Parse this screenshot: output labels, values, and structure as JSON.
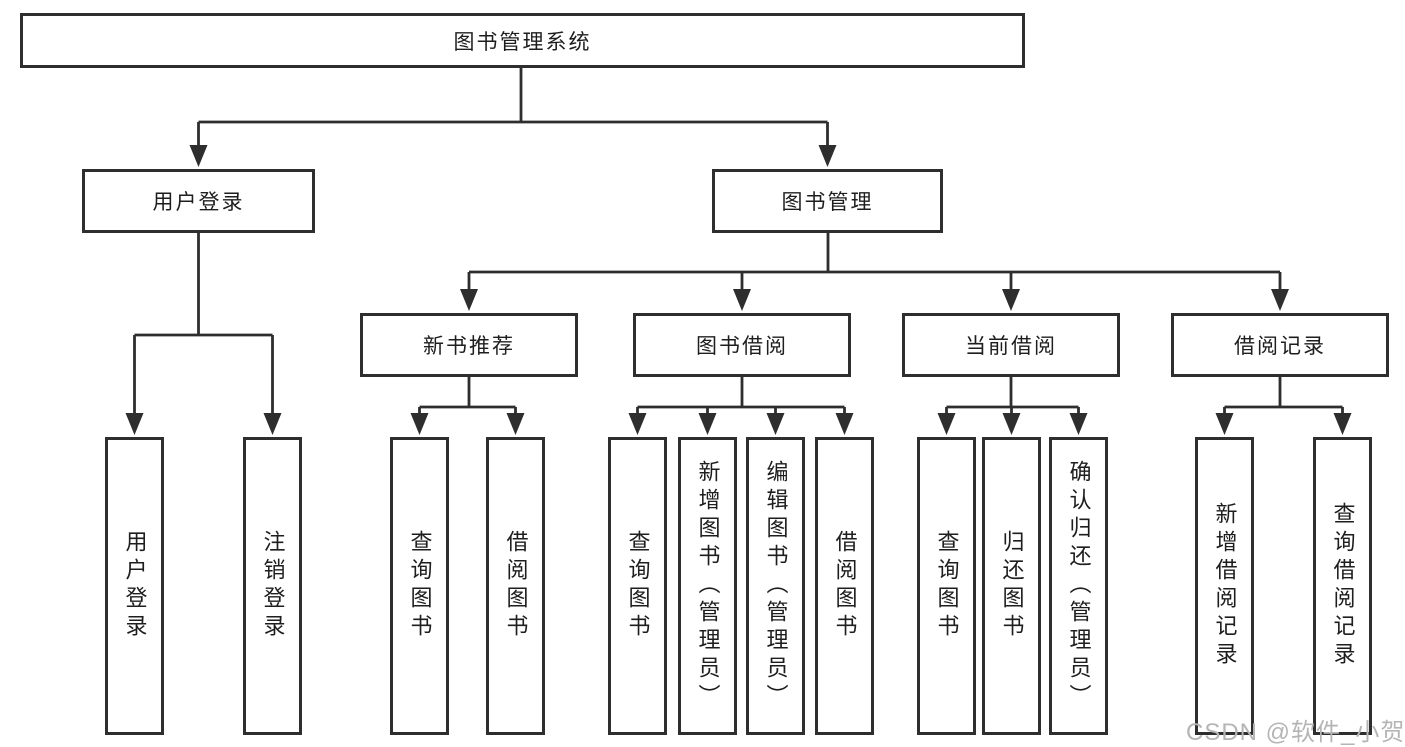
{
  "root": {
    "label": "图书管理系统"
  },
  "branches": [
    {
      "label": "用户登录"
    },
    {
      "label": "图书管理"
    }
  ],
  "modules": [
    {
      "label": "新书推荐"
    },
    {
      "label": "图书借阅"
    },
    {
      "label": "当前借阅"
    },
    {
      "label": "借阅记录"
    }
  ],
  "leaves": [
    {
      "group": "用户登录",
      "label": "用户登录"
    },
    {
      "group": "用户登录",
      "label": "注销登录"
    },
    {
      "group": "新书推荐",
      "label": "查询图书"
    },
    {
      "group": "新书推荐",
      "label": "借阅图书"
    },
    {
      "group": "图书借阅",
      "label": "查询图书"
    },
    {
      "group": "图书借阅",
      "label": "新增图书（管理员）"
    },
    {
      "group": "图书借阅",
      "label": "编辑图书（管理员）"
    },
    {
      "group": "图书借阅",
      "label": "借阅图书"
    },
    {
      "group": "当前借阅",
      "label": "查询图书"
    },
    {
      "group": "当前借阅",
      "label": "归还图书"
    },
    {
      "group": "当前借阅",
      "label": "确认归还（管理员）"
    },
    {
      "group": "借阅记录",
      "label": "新增借阅记录"
    },
    {
      "group": "借阅记录",
      "label": "查询借阅记录"
    }
  ],
  "watermark": {
    "text": "CSDN @软件_小贺同学"
  },
  "colors": {
    "line": "#2e2e2e",
    "text": "#1e1e1e",
    "background": "#ffffff",
    "watermark": "#b5b5b5"
  }
}
